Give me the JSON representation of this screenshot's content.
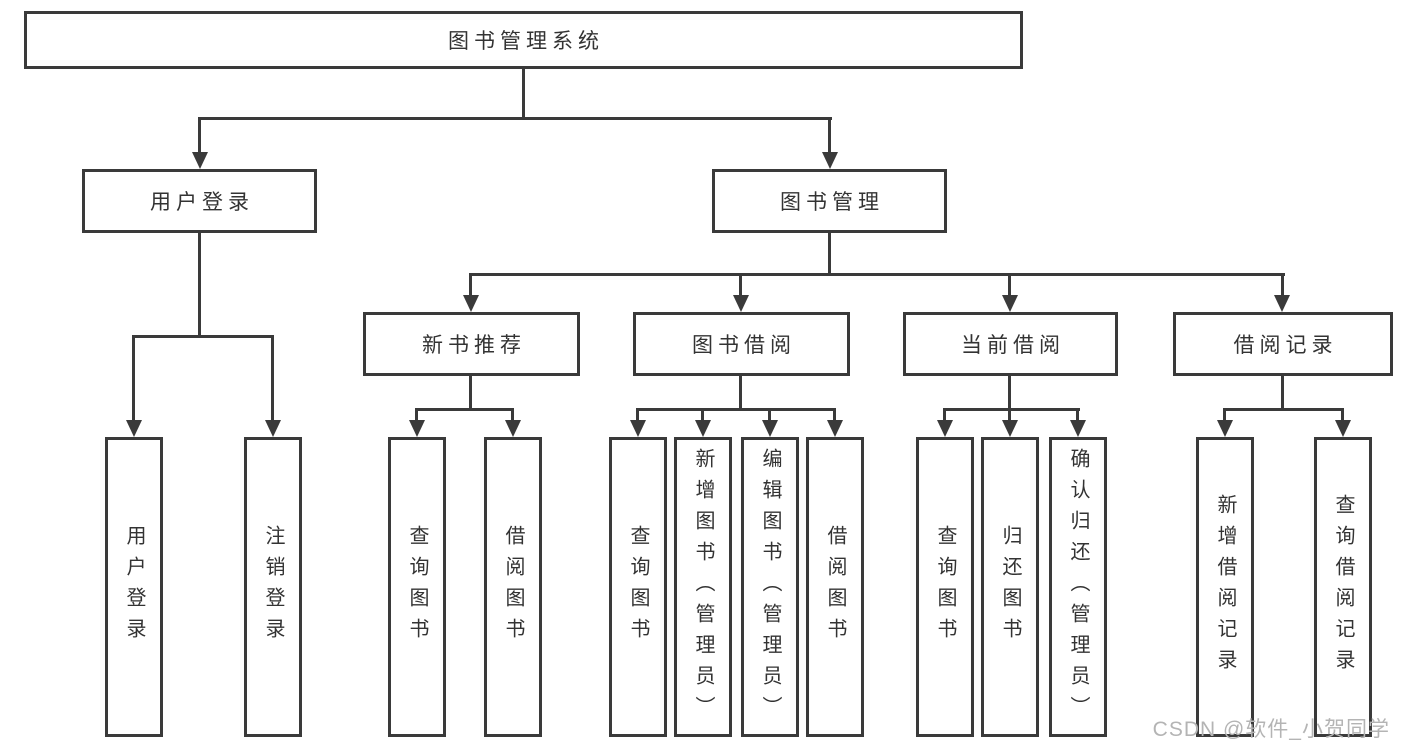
{
  "diagram_title": "图书管理系统",
  "watermark": "CSDN @软件_小贺同学",
  "colors": {
    "line": "#3a3a3a",
    "text": "#333333",
    "watermark": "#b4b4b4",
    "background": "#ffffff"
  },
  "tree": {
    "root": {
      "label": "图书管理系统",
      "children": [
        {
          "label": "用户登录",
          "children": [
            {
              "label": "用户登录"
            },
            {
              "label": "注销登录"
            }
          ]
        },
        {
          "label": "图书管理",
          "children": [
            {
              "label": "新书推荐",
              "children": [
                {
                  "label": "查询图书"
                },
                {
                  "label": "借阅图书"
                }
              ]
            },
            {
              "label": "图书借阅",
              "children": [
                {
                  "label": "查询图书"
                },
                {
                  "label": "新增图书（管理员）"
                },
                {
                  "label": "编辑图书（管理员）"
                },
                {
                  "label": "借阅图书"
                }
              ]
            },
            {
              "label": "当前借阅",
              "children": [
                {
                  "label": "查询图书"
                },
                {
                  "label": "归还图书"
                },
                {
                  "label": "确认归还（管理员）"
                }
              ]
            },
            {
              "label": "借阅记录",
              "children": [
                {
                  "label": "新增借阅记录"
                },
                {
                  "label": "查询借阅记录"
                }
              ]
            }
          ]
        }
      ]
    }
  }
}
